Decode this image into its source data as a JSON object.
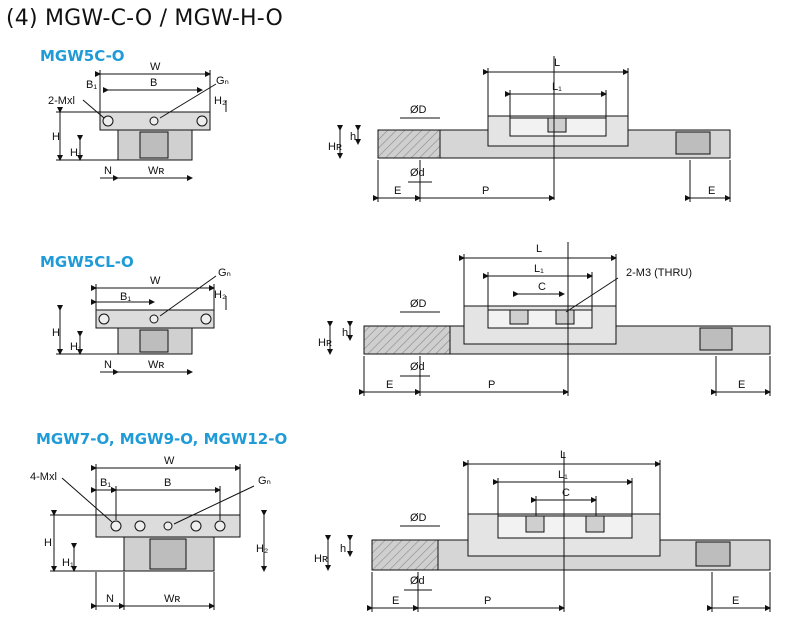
{
  "page_title": "(4) MGW-C-O / MGW-H-O",
  "sections": [
    {
      "heading": "MGW5C-O"
    },
    {
      "heading": "MGW5CL-O"
    },
    {
      "heading": "MGW7-O, MGW9-O, MGW12-O"
    }
  ],
  "labels": {
    "W": "W",
    "B": "B",
    "B1": "B₁",
    "Gn": "Gₙ",
    "H": "H",
    "H1": "H₁",
    "H2": "H₂",
    "N": "N",
    "WR": "Wʀ",
    "L": "L",
    "L1": "L₁",
    "C": "C",
    "D": "ØD",
    "d": "Ød",
    "h": "h",
    "HR": "Hʀ",
    "E": "E",
    "P": "P",
    "mx2": "2-Mxl",
    "mx4": "4-Mxl",
    "m3": "2-M3 (THRU)"
  },
  "colors": {
    "heading": "#1f9bd7",
    "block": "#d9d9d9",
    "rail": "#c8c8c8",
    "hatch": "#9a9a9a",
    "line": "#111111"
  }
}
